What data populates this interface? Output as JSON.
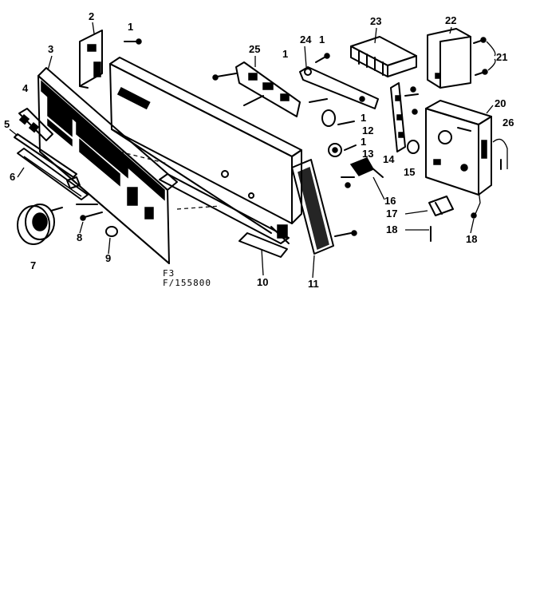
{
  "figure": {
    "caption_line1": "F3",
    "caption_line2": "F/155800"
  },
  "labels": [
    {
      "id": "p1a",
      "text": "1"
    },
    {
      "id": "p2",
      "text": "2"
    },
    {
      "id": "p3",
      "text": "3"
    },
    {
      "id": "p4",
      "text": "4"
    },
    {
      "id": "p5",
      "text": "5"
    },
    {
      "id": "p6",
      "text": "6"
    },
    {
      "id": "p7",
      "text": "7"
    },
    {
      "id": "p8",
      "text": "8"
    },
    {
      "id": "p9",
      "text": "9"
    },
    {
      "id": "p10",
      "text": "10"
    },
    {
      "id": "p11",
      "text": "11"
    },
    {
      "id": "p25",
      "text": "25"
    },
    {
      "id": "p1b",
      "text": "1"
    },
    {
      "id": "p24",
      "text": "24"
    },
    {
      "id": "p1c",
      "text": "1"
    },
    {
      "id": "p23",
      "text": "23"
    },
    {
      "id": "p22",
      "text": "22"
    },
    {
      "id": "p21",
      "text": "21"
    },
    {
      "id": "p20",
      "text": "20"
    },
    {
      "id": "p26",
      "text": "26"
    },
    {
      "id": "p12",
      "text": "12"
    },
    {
      "id": "p13",
      "text": "13"
    },
    {
      "id": "p14",
      "text": "14"
    },
    {
      "id": "p15",
      "text": "15"
    },
    {
      "id": "p16",
      "text": "16"
    },
    {
      "id": "p17",
      "text": "17"
    },
    {
      "id": "p18a",
      "text": "18"
    },
    {
      "id": "p18b",
      "text": "18"
    },
    {
      "id": "p1d",
      "text": "1"
    },
    {
      "id": "p1e",
      "text": "1"
    }
  ]
}
